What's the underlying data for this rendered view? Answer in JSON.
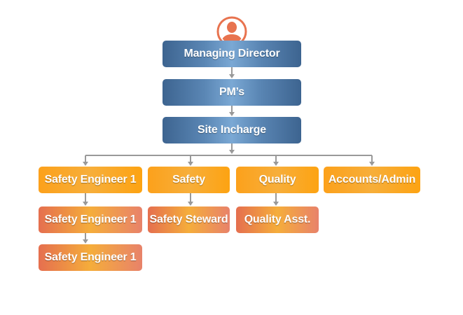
{
  "colors": {
    "level0": "#4a73a0",
    "level1": "#fca11b",
    "level2": "#e8825a",
    "connector": "#999999",
    "avatar": "#e8734f"
  },
  "org": {
    "avatar_icon": "user-icon",
    "chain": [
      {
        "label": "Managing Director"
      },
      {
        "label": "PM’s"
      },
      {
        "label": "Site Incharge"
      }
    ],
    "departments": [
      {
        "label": "Safety Engineer 1",
        "children": [
          {
            "label": "Safety Engineer 1"
          },
          {
            "label": "Safety Engineer 1"
          }
        ]
      },
      {
        "label": "Safety",
        "children": [
          {
            "label": "Safety Steward"
          }
        ]
      },
      {
        "label": "Quality",
        "children": [
          {
            "label": "Quality Asst."
          }
        ]
      },
      {
        "label": "Accounts/Admin",
        "children": []
      }
    ]
  }
}
